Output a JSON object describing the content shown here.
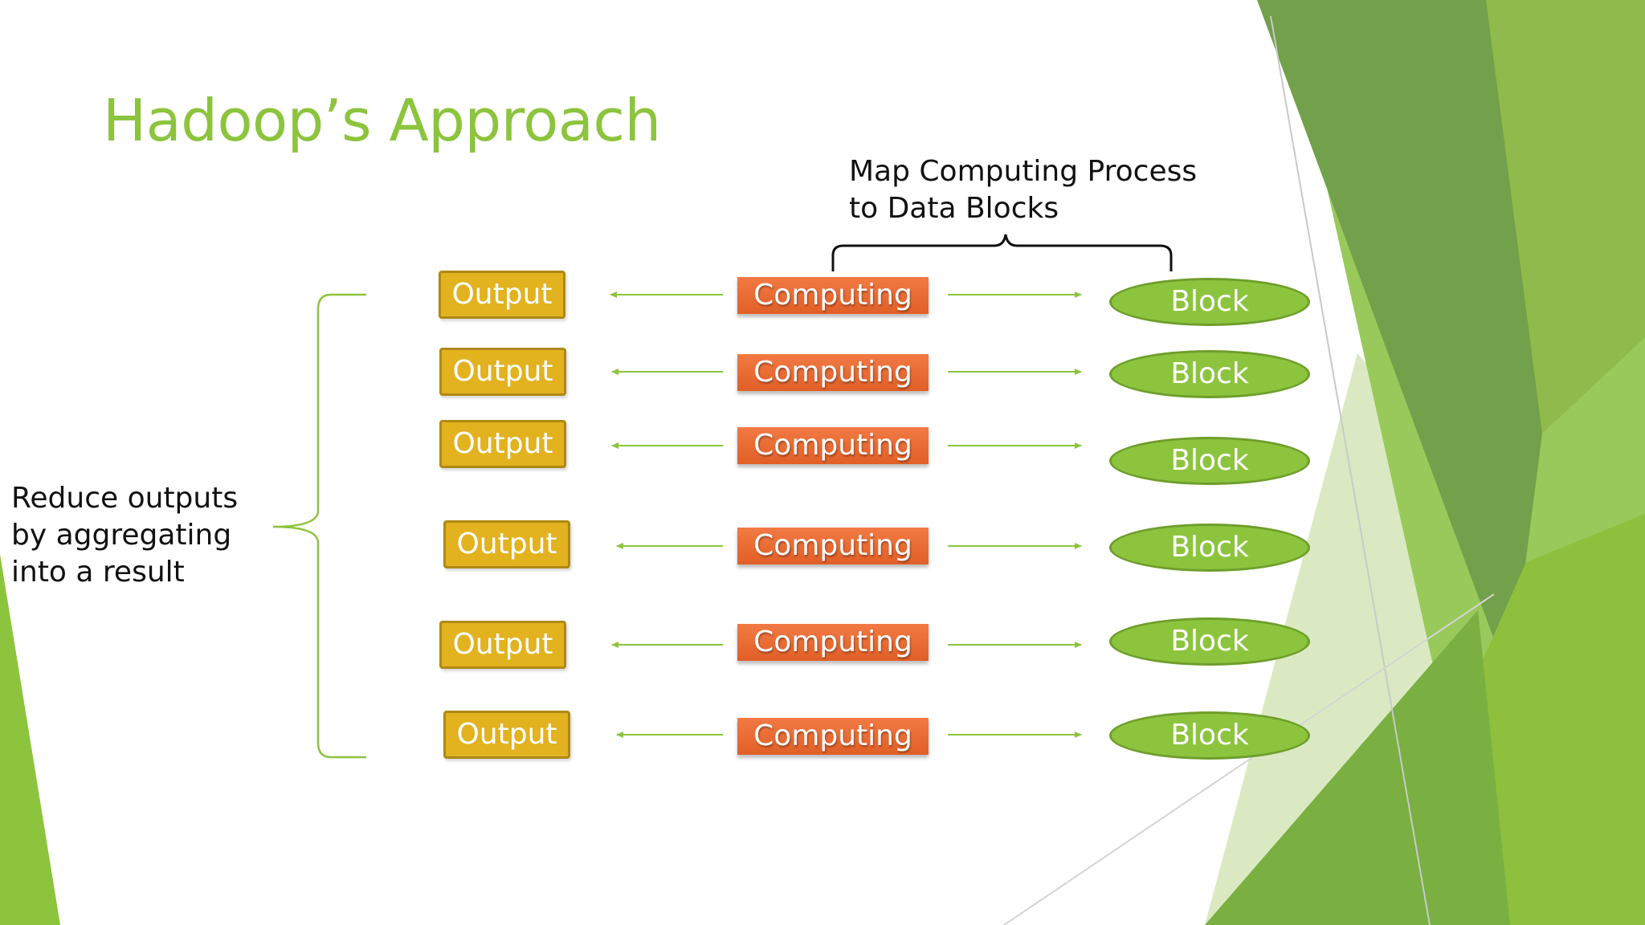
{
  "slide": {
    "title": "Hadoop’s Approach",
    "map_label_line1": "Map Computing Process",
    "map_label_line2": "to Data Blocks",
    "reduce_label_line1": "Reduce outputs",
    "reduce_label_line2": "by aggregating",
    "reduce_label_line3": "into a result"
  },
  "rows": [
    {
      "output": "Output",
      "computing": "Computing",
      "block": "Block"
    },
    {
      "output": "Output",
      "computing": "Computing",
      "block": "Block"
    },
    {
      "output": "Output",
      "computing": "Computing",
      "block": "Block"
    },
    {
      "output": "Output",
      "computing": "Computing",
      "block": "Block"
    },
    {
      "output": "Output",
      "computing": "Computing",
      "block": "Block"
    },
    {
      "output": "Output",
      "computing": "Computing",
      "block": "Block"
    }
  ],
  "colors": {
    "title": "#8cc43d",
    "output_fill": "#e2b21f",
    "computing_fill": "#e8692f",
    "block_fill": "#8cc43d",
    "arrow": "#8cc43d"
  }
}
